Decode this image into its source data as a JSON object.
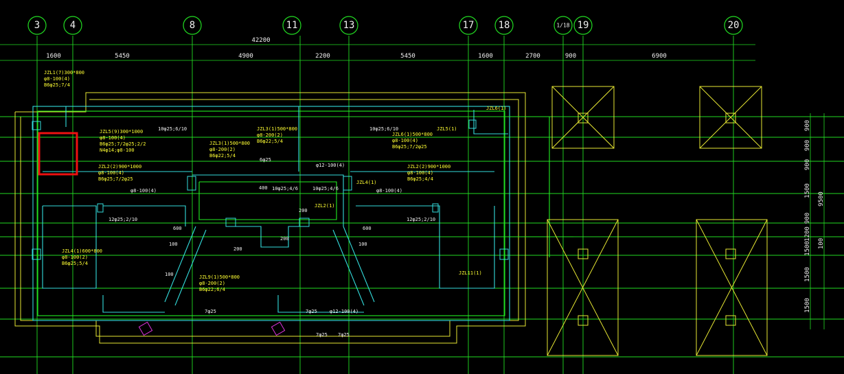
{
  "drawing": {
    "axes": [
      "3",
      "4",
      "8",
      "11",
      "13",
      "17",
      "18",
      "1/18",
      "19",
      "20"
    ],
    "overall_dimension": "42200",
    "spans": [
      "1600",
      "5450",
      "4900",
      "2200",
      "5450",
      "1600",
      "2700",
      "900",
      "6900"
    ],
    "right_dims": [
      "900",
      "900",
      "900",
      "1500",
      "900",
      "1200",
      "1500",
      "1500",
      "1500"
    ],
    "right_total": "9500",
    "right_small": "100",
    "notes": {
      "n1": "JZL1(7)300*800",
      "n2": "φ8-100(4)",
      "n3": "B6φ25;7/4",
      "n4": "JZL5(9)300*1000",
      "n5": "φ8-100(4)",
      "n6": "B6φ25;7/2φ25;2/2",
      "n7": "N4φ14;φ8-100",
      "n8": "JZL2(2)900*1000",
      "n9": "φ8-100(4)",
      "n10": "B6φ25;7/2φ25",
      "n11": "JZL3(1)500*800",
      "n12": "φ8-200(2)",
      "n13": "B6φ22;5/4",
      "n14": "JZL3(1)500*800",
      "n15": "φ8-200(2)",
      "n16": "B6φ22;5/4",
      "n17": "JZL6(1)500*800",
      "n18": "φ8-100(4)",
      "n19": "B6φ25;7/2φ25",
      "n20": "JZL2(2)900*1000",
      "n21": "φ8-100(4)",
      "n22": "B6φ25;4/4",
      "n23": "JZL4(1)600*800",
      "n24": "φ8-100(2)",
      "n25": "B6φ25;5/4",
      "n26": "JZL9(1)500*800",
      "n27": "φ8-200(2)",
      "n28": "B6φ22;6/4",
      "n29": "10φ25;6/10",
      "n30": "10φ25;6/10",
      "n31": "6φ25",
      "n32": "φ12-100(4)",
      "n33": "10φ25;4/6",
      "n34": "10φ25;4/6",
      "n35": "12φ25;2/10",
      "n36": "12φ25;2/10",
      "n37": "JZL6(1)",
      "n38": "JZL5(1)",
      "n39": "JZL2(1)",
      "n40": "JZL11(1)",
      "n41": "JZL4(1)",
      "n42": "φ8-100(4)",
      "n43": "φ8-100(4)",
      "n44": "7φ25",
      "n45": "7φ25",
      "n46": "7φ25",
      "n47": "7φ25",
      "n48": "φ12-100(4)",
      "n49": "200",
      "n50": "200",
      "n51": "400",
      "n52": "600",
      "n53": "600",
      "n54": "100",
      "n55": "100",
      "n56": "100",
      "n57": "200"
    }
  },
  "colors": {
    "background": "#000000",
    "grid": "#22dd22",
    "walls": "#33dddd",
    "outline": "#e8e833",
    "text": "#f0f0f0",
    "notes": "#ffff33",
    "highlight": "#ee1111",
    "marker": "#dd33dd"
  }
}
